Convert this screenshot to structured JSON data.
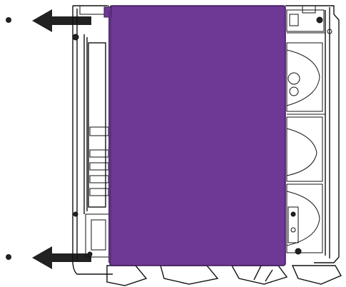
{
  "diagram": {
    "type": "line-drawing",
    "subject": "pc-case-side-view",
    "highlight_color": "#6e3895",
    "line_color": "#111111",
    "background": "#ffffff",
    "arrows": [
      {
        "id": "top-arrow",
        "direction": "left"
      },
      {
        "id": "bottom-arrow",
        "direction": "left"
      }
    ]
  }
}
